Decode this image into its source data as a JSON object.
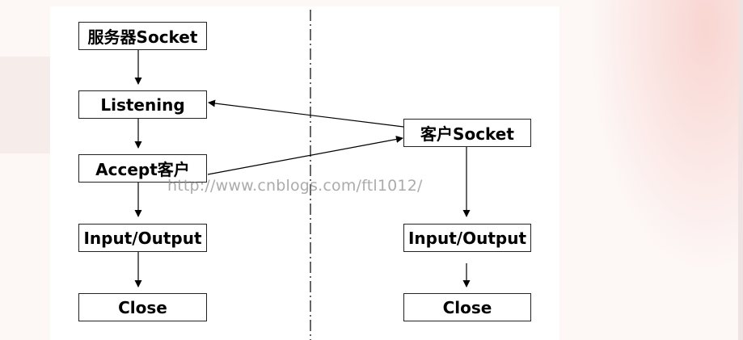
{
  "server": {
    "socket_label": "服务器Socket",
    "listening_label": "Listening",
    "accept_label": "Accept客户",
    "io_label": "Input/Output",
    "close_label": "Close"
  },
  "client": {
    "socket_label": "客户Socket",
    "io_label": "Input/Output",
    "close_label": "Close"
  },
  "watermark": "http://www.cnblogs.com/ftl1012/",
  "colors": {
    "line": "#000000",
    "box_border": "#222222",
    "watermark": "#969696"
  }
}
